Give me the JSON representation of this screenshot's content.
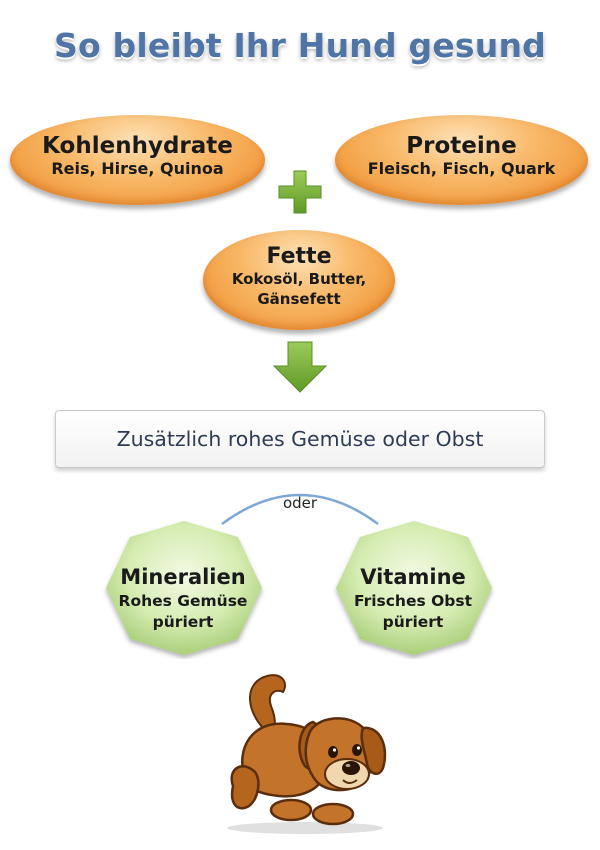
{
  "title": "So bleibt Ihr Hund gesund",
  "nodes": {
    "carbs": {
      "title": "Kohlenhydrate",
      "items": "Reis, Hirse, Quinoa"
    },
    "protein": {
      "title": "Proteine",
      "items": "Fleisch, Fisch, Quark"
    },
    "fat": {
      "title": "Fette",
      "items_line1": "Kokosöl, Butter,",
      "items_line2": "Gänsefett"
    }
  },
  "plus_icon": "plus-icon",
  "arrow_icon": "arrow-down-icon",
  "extra_box": "Zusätzlich rohes Gemüse oder Obst",
  "connector_label": "oder",
  "minerals": {
    "title": "Mineralien",
    "line1": "Rohes Gemüse",
    "line2": "püriert"
  },
  "vitamins": {
    "title": "Vitamine",
    "line1": "Frisches Obst",
    "line2": "püriert"
  },
  "illustration": "dog-illustration",
  "colors": {
    "title": "#4f74a6",
    "oval_orange": "#f4a74c",
    "plus_green": "#7ab23a",
    "octagon_green": "#d4ecb0",
    "connector_blue": "#7da7d4"
  }
}
